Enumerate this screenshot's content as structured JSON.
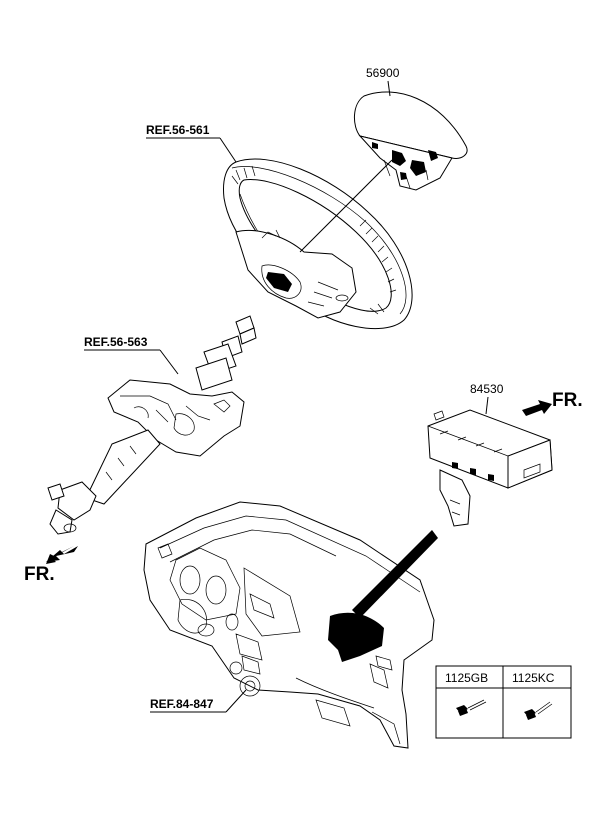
{
  "labels": {
    "airbag_driver_part_no": "56900",
    "airbag_passenger_part_no": "84530",
    "ref_steering_wheel": "REF.56-561",
    "ref_steering_column": "REF.56-563",
    "ref_crash_pad": "REF.84-847",
    "front_arrow_right": "FR.",
    "front_arrow_left": "FR."
  },
  "fastener_table": {
    "headers": [
      "1125GB",
      "1125KC"
    ]
  }
}
